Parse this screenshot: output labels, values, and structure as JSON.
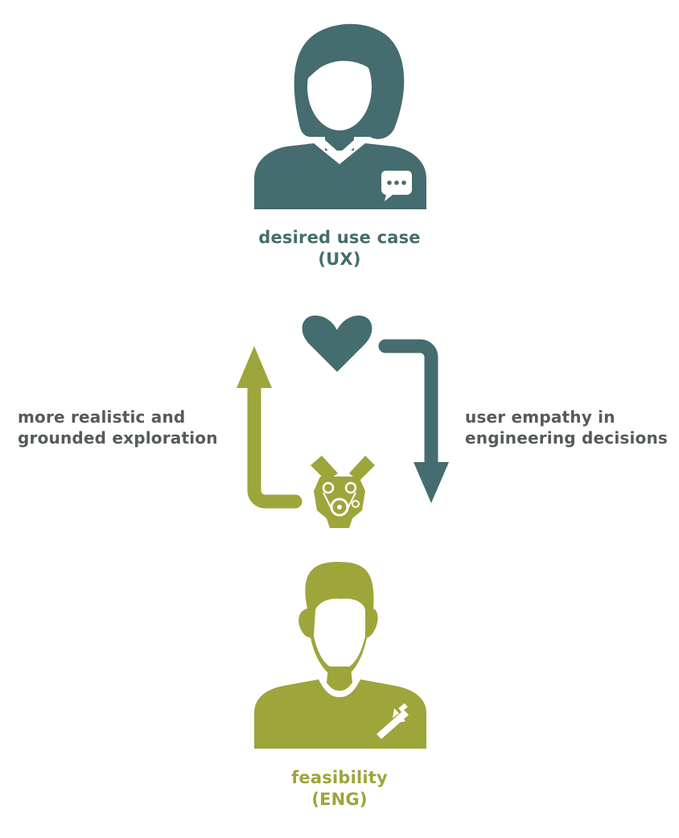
{
  "colors": {
    "ux": "#456c6e",
    "eng": "#9ea53a",
    "caption": "#555a5c"
  },
  "icons": {
    "ux_person": "woman-silhouette-icon",
    "ux_badge": "speech-bubble-icon",
    "eng_person": "man-silhouette-icon",
    "eng_badge": "caliper-icon",
    "connector_top": "heart-icon",
    "connector_bottom": "engine-icon"
  },
  "ux": {
    "line1": "desired use case",
    "line2": "(UX)"
  },
  "eng": {
    "line1": "feasibility",
    "line2": "(ENG)"
  },
  "left_caption": {
    "line1": "more realistic and",
    "line2": "grounded exploration"
  },
  "right_caption": {
    "line1": "user empathy in",
    "line2": "engineering decisions"
  }
}
